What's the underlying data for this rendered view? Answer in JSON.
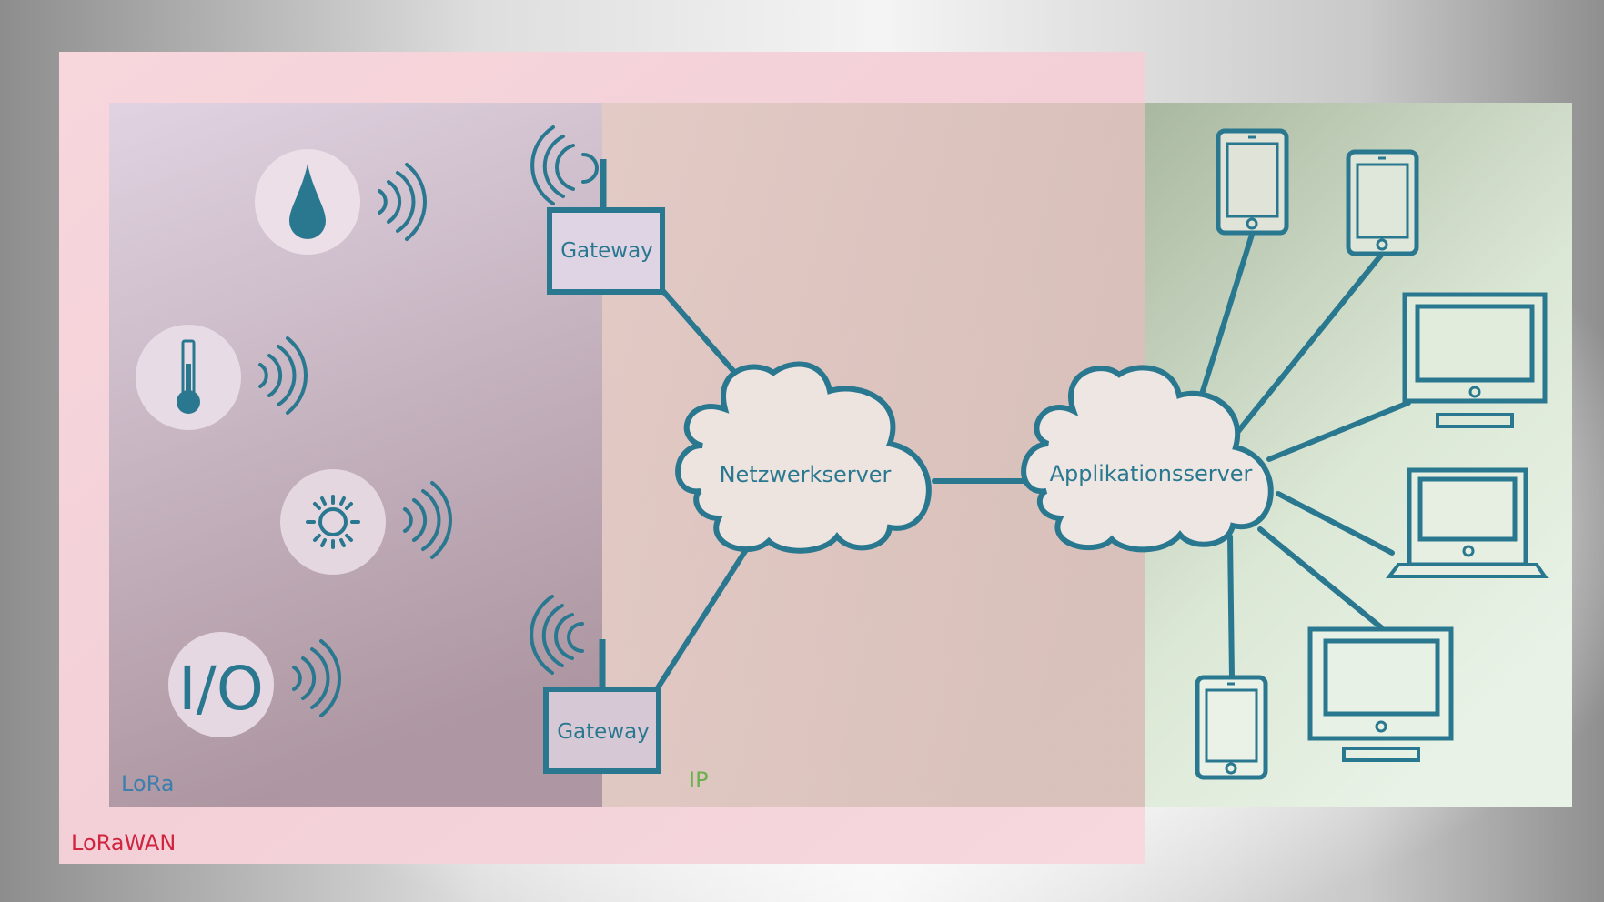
{
  "zones": {
    "lorawan": "LoRaWAN",
    "lora": "LoRa",
    "ip": "IP"
  },
  "gateways": {
    "top": "Gateway",
    "bottom": "Gateway"
  },
  "servers": {
    "network": "Netzwerkserver",
    "application": "Applikationsserver"
  },
  "sensors": {
    "io_text": "I/O"
  },
  "colors": {
    "teal": "#2a7890",
    "lorawan_label": "#d0243f",
    "lora_label": "#3d7eae",
    "ip_label": "#6ab04c"
  },
  "icons": [
    "water-drop-icon",
    "thermometer-icon",
    "sun-icon",
    "io-icon",
    "wireless-signal-icon",
    "tablet-icon",
    "monitor-icon",
    "laptop-icon",
    "cloud-icon"
  ]
}
